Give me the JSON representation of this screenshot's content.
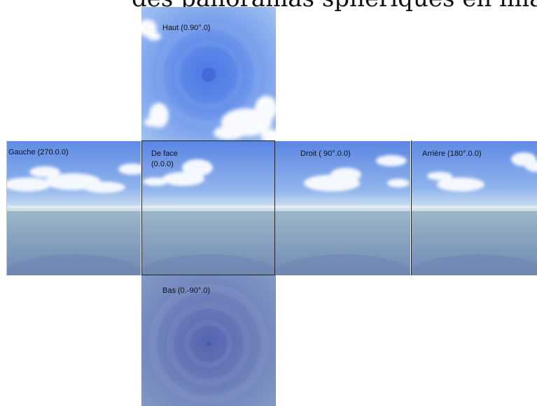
{
  "caption": "des panoramas sphériques en images de cubemap",
  "faces": {
    "top": "Haut (0.90°.0)",
    "left": "Gauche (270.0.0)",
    "front": "De face\n(0.0.0)",
    "right": "Droit ( 90°.0.0)",
    "back": "Arrière (180°.0.0)",
    "bottom": "Bas (0.-90°.0)"
  }
}
